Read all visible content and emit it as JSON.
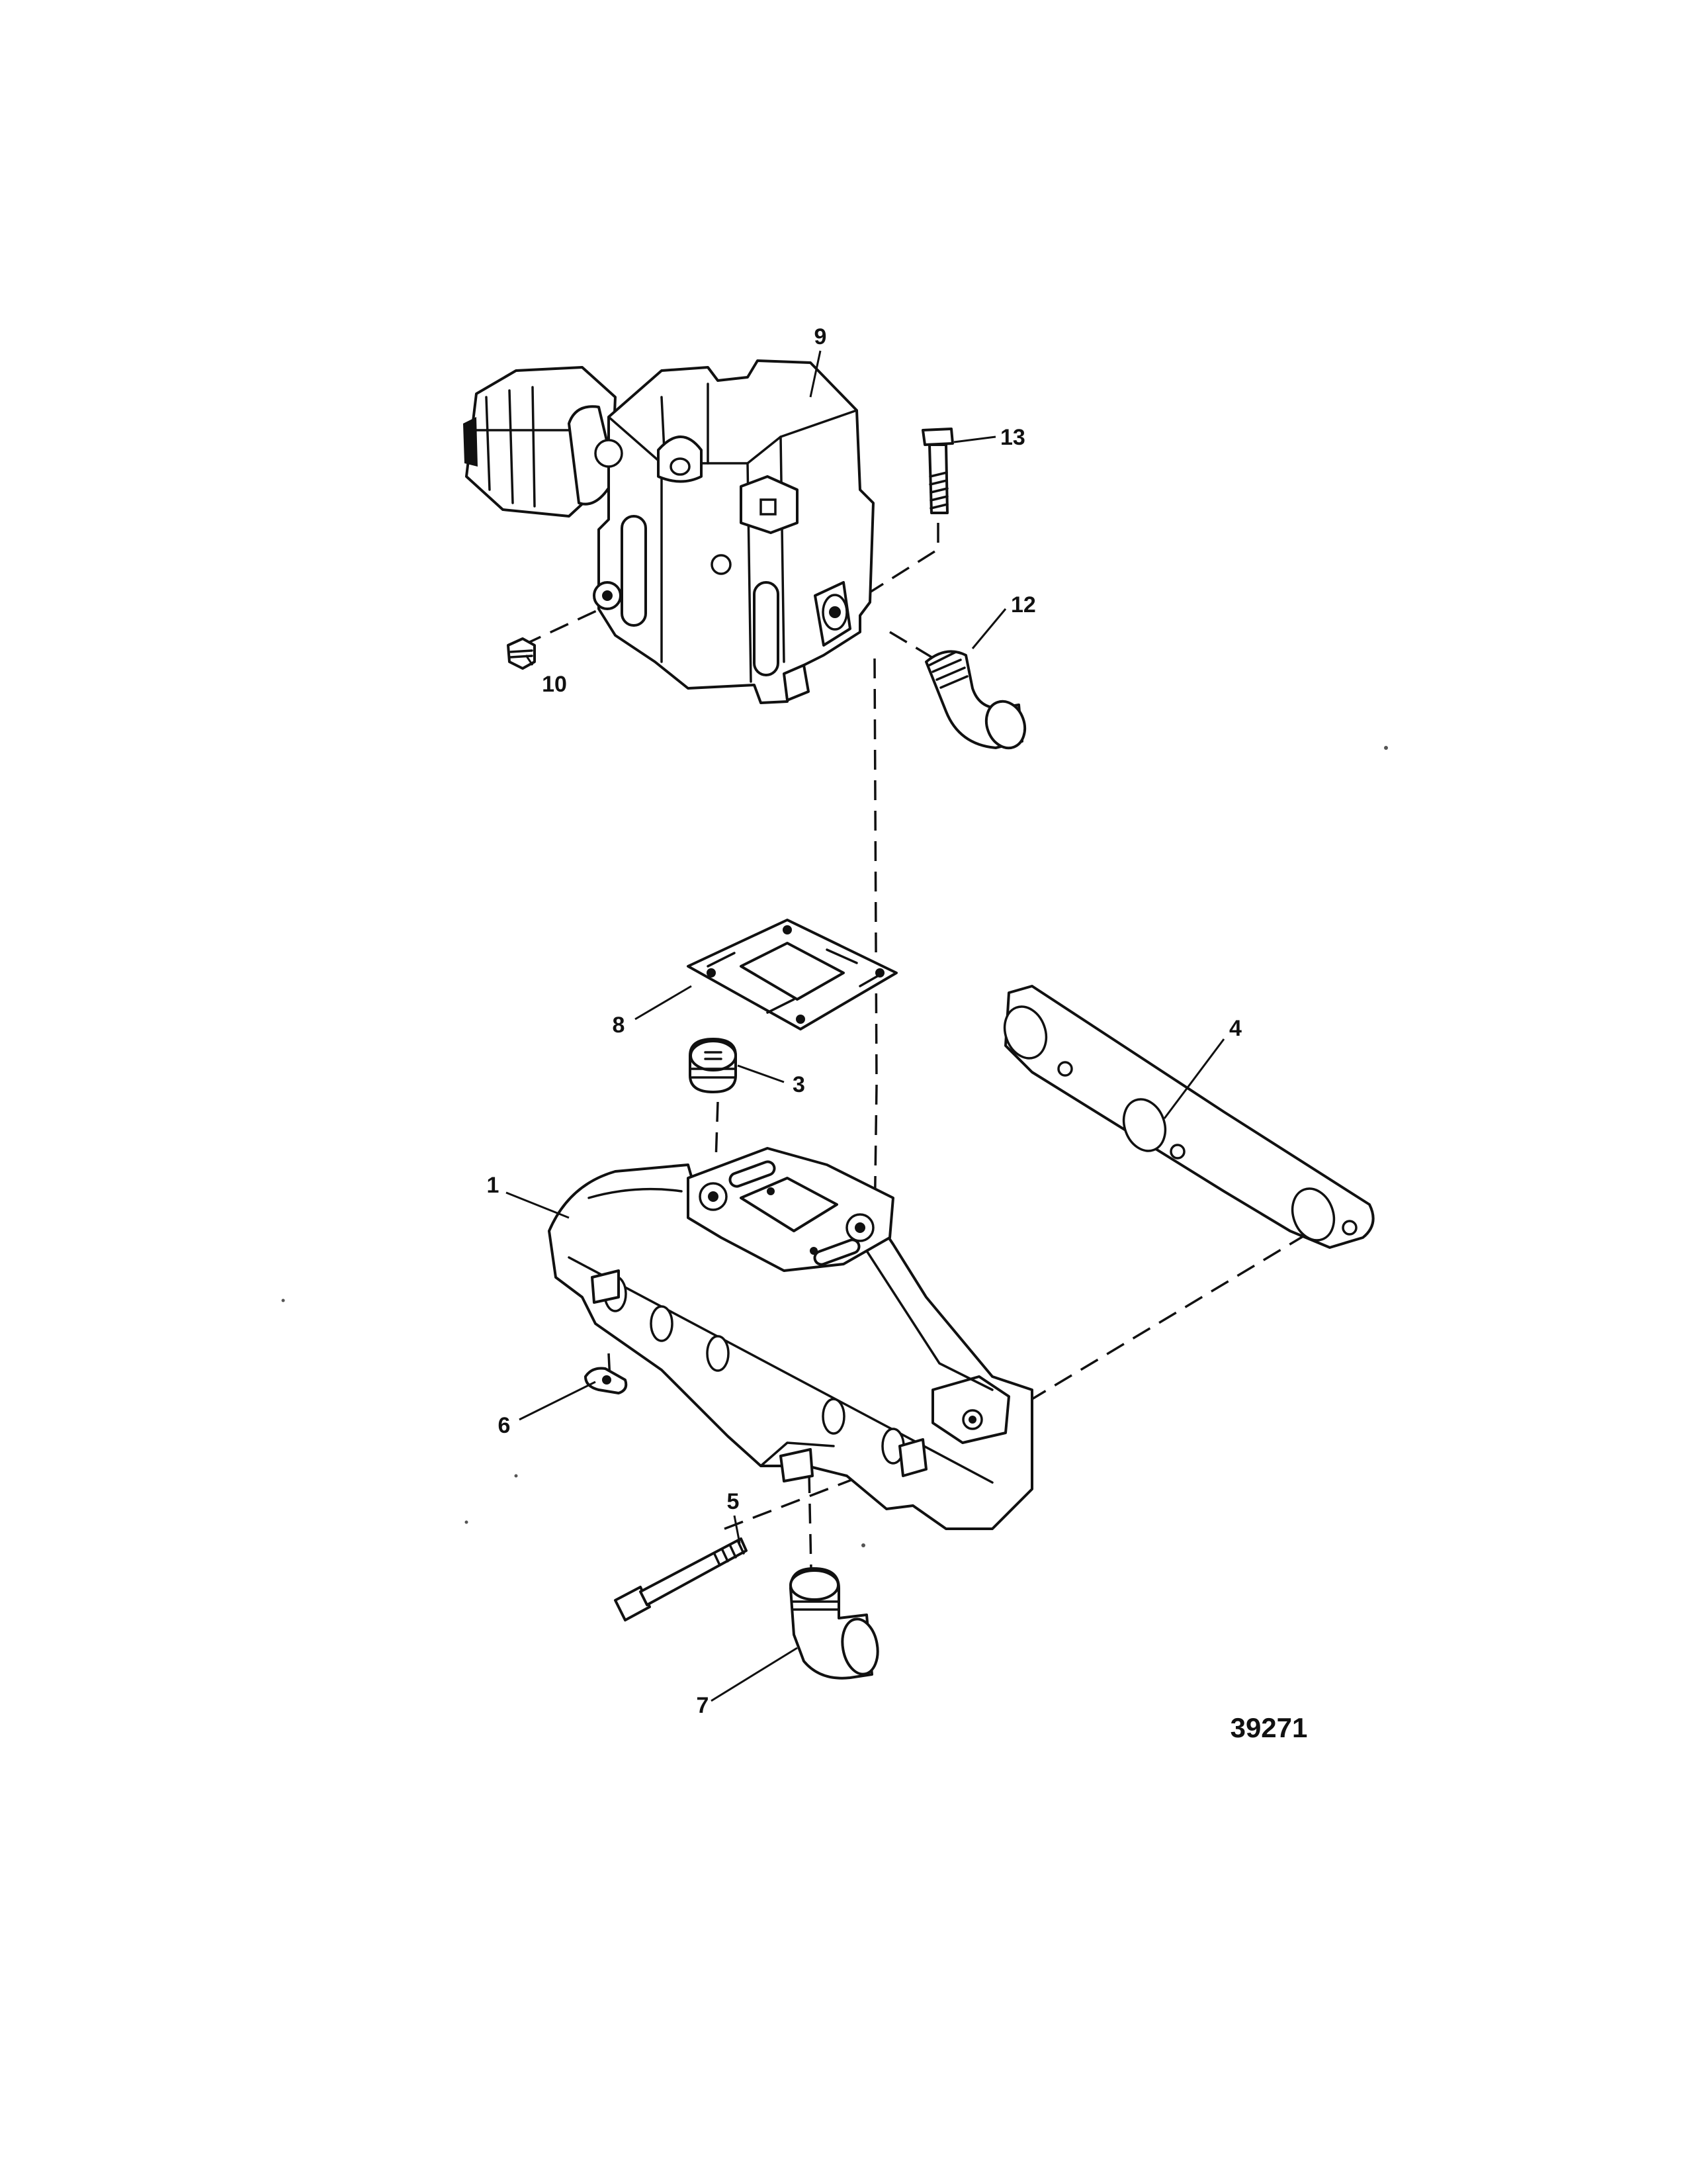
{
  "figure_number": "39271",
  "callouts": {
    "c1": "1",
    "c3": "3",
    "c4": "4",
    "c5": "5",
    "c6": "6",
    "c7": "7",
    "c8": "8",
    "c9": "9",
    "c10": "10",
    "c12": "12",
    "c13": "13"
  },
  "colors": {
    "line": "#111111",
    "background": "#ffffff"
  }
}
